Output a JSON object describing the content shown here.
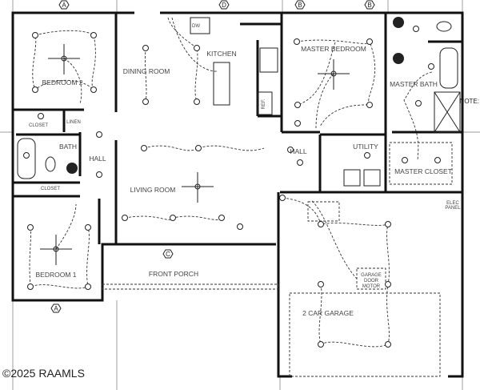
{
  "plan": {
    "rooms": {
      "bedroom2": "BEDROOM 2",
      "dining": "DINING ROOM",
      "kitchen": "KITCHEN",
      "master_bedroom": "MASTER BEDROOM",
      "master_bath": "MASTER BATH",
      "closet_top": "CLOSET",
      "linen": "LINEN",
      "bath": "BATH",
      "hall_left": "HALL",
      "living": "LIVING ROOM",
      "hall_right": "HALL",
      "utility": "UTILITY",
      "master_closet": "MASTER CLOSET",
      "closet_bottom": "CLOSET",
      "bedroom1": "BEDROOM 1",
      "front_porch": "FRONT PORCH",
      "garage": "2 CAR GARAGE"
    },
    "fixtures": {
      "dw": "DW",
      "ref": "REF.",
      "garage_door_motor": [
        "GARAGE",
        "DOOR",
        "MOTOR"
      ],
      "elec_panel": [
        "ELEC",
        "PANEL"
      ],
      "note": "NOTE:"
    },
    "grid_markers": [
      "A",
      "D",
      "B",
      "B",
      "C",
      "A"
    ]
  },
  "watermark": "©2025 RAAMLS"
}
